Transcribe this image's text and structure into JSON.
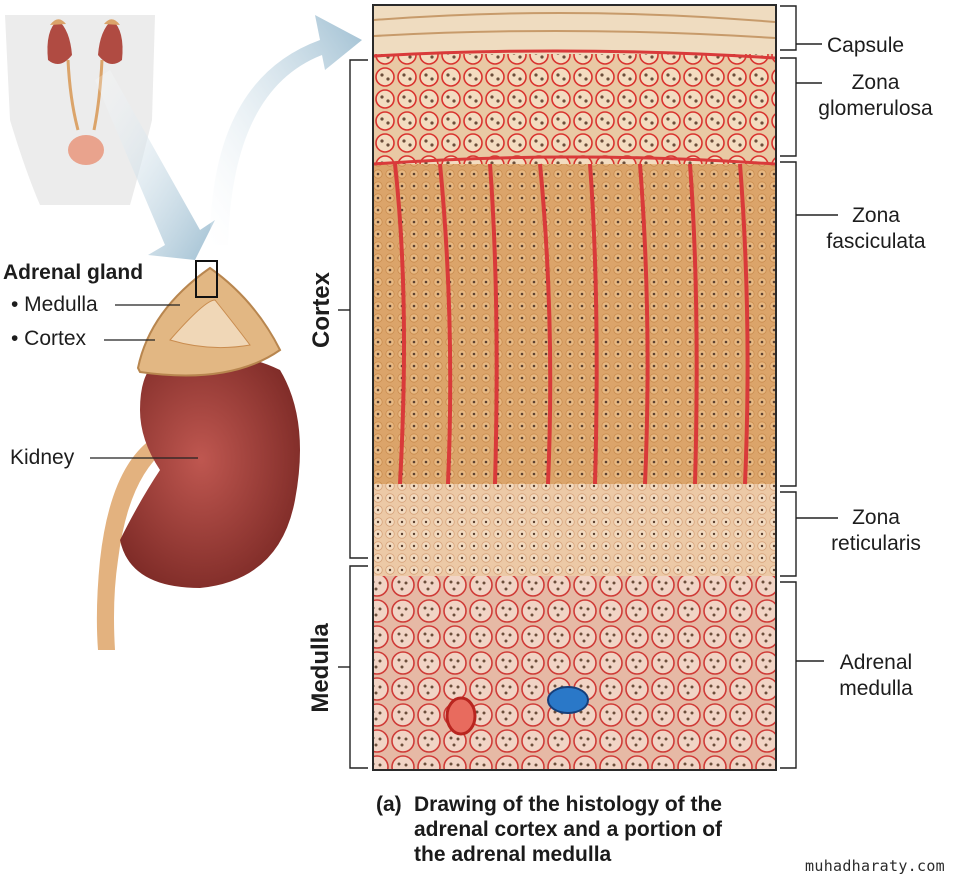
{
  "labels": {
    "adrenal_gland": "Adrenal gland",
    "medulla_bullet": "• Medulla",
    "cortex_bullet": "• Cortex",
    "kidney": "Kidney",
    "cortex_vertical": "Cortex",
    "medulla_vertical": "Medulla",
    "capsule": "Capsule",
    "zona_glomerulosa_1": "Zona",
    "zona_glomerulosa_2": "glomerulosa",
    "zona_fasciculata_1": "Zona",
    "zona_fasciculata_2": "fasciculata",
    "zona_reticularis_1": "Zona",
    "zona_reticularis_2": "reticularis",
    "adrenal_medulla_1": "Adrenal",
    "adrenal_medulla_2": "medulla"
  },
  "caption": {
    "tag": "(a)",
    "line1": "Drawing of the histology of the",
    "line2": "adrenal cortex and a portion of",
    "line3": "the adrenal medulla"
  },
  "credit": "muhadharaty.com",
  "colors": {
    "capsule": "#efdcc0",
    "glomerulosa": "#e9c9a4",
    "fasciculata": "#dba46a",
    "reticularis": "#ecc9a6",
    "medulla": "#e8bfae",
    "vessel": "#d93a3a",
    "kidney": "#a8413a",
    "arrow": "#9fbfd2"
  }
}
